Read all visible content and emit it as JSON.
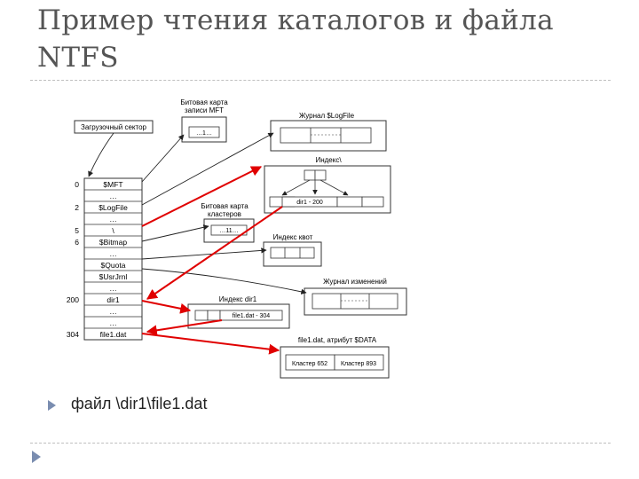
{
  "slide": {
    "title": "Пример чтения каталогов и файла\nNTFS",
    "bullet": "файл \\dir1\\file1.dat"
  },
  "diagram": {
    "boot_sector": "Загрузочный сектор",
    "mft_bitmap": {
      "label_line1": "Битовая карта",
      "label_line2": "записи MFT",
      "cell": "…1…"
    },
    "logfile_journal": "Журнал $LogFile",
    "root_index": {
      "label": "Индекс\\",
      "entry": "dir1 - 200"
    },
    "cluster_bitmap": {
      "label_line1": "Битовая карта",
      "label_line2": "кластеров",
      "cell": "…11…"
    },
    "quota_index": "Индекс квот",
    "change_journal": "Журнал изменений",
    "dir1_index": {
      "label": "Индекс dir1",
      "entry": "file1.dat - 304"
    },
    "data_attr": {
      "label": "file1.dat, атрибут $DATA",
      "cluster1": "Кластер 652",
      "cluster2": "Кластер 893"
    },
    "mft_rows": [
      {
        "num": "0",
        "name": "$MFT"
      },
      {
        "num": "",
        "name": "…"
      },
      {
        "num": "2",
        "name": "$LogFile"
      },
      {
        "num": "",
        "name": "…"
      },
      {
        "num": "5",
        "name": "\\"
      },
      {
        "num": "6",
        "name": "$Bitmap"
      },
      {
        "num": "",
        "name": "…"
      },
      {
        "num": "",
        "name": "$Quota"
      },
      {
        "num": "",
        "name": "$UsrJrnl"
      },
      {
        "num": "",
        "name": "…"
      },
      {
        "num": "200",
        "name": "dir1"
      },
      {
        "num": "",
        "name": "…"
      },
      {
        "num": "",
        "name": "…"
      },
      {
        "num": "304",
        "name": "file1.dat"
      }
    ]
  }
}
